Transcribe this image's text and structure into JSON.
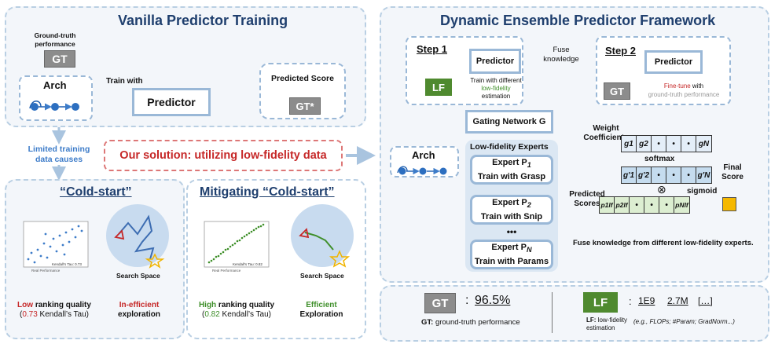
{
  "colors": {
    "panel_border": "#b9cfe3",
    "panel_fill": "#f3f6fa",
    "title": "#1f3f6e",
    "accent_blue": "#3d7cc9",
    "red": "#c62828",
    "green": "#4f8a2f",
    "gt_gray": "#8c8c8c",
    "score_orange": "#f5b800"
  },
  "left": {
    "title": "Vanilla Predictor Training",
    "gt_caption": "Ground-truth performance",
    "gt_label": "GT",
    "arch_label": "Arch",
    "train_with": "Train with",
    "predictor": "Predictor",
    "predicted_score": "Predicted Score",
    "gt_star": "GT*",
    "limited": "Limited training data causes",
    "solution": "Our solution: utilizing low-fidelity data"
  },
  "cold": {
    "title": "“Cold-start”",
    "scatter_axis_x": "Real Performance",
    "scatter_axis_y": "Predicted Performance",
    "scatter_legend": "Kendall’s Tau: 0.73",
    "search_space": "Search Space",
    "quality_low": "Low",
    "quality_rest": " ranking quality",
    "tau_value": "0.73",
    "tau_rest": " Kendall’s Tau)",
    "inefficient": "In-efficient",
    "exploration": "exploration"
  },
  "mitigate": {
    "title": "Mitigating “Cold-start”",
    "scatter_axis_x": "Real Performance",
    "scatter_axis_y": "Predicted Performance",
    "scatter_legend": "Kendall’s Tau: 0.82",
    "search_space": "Search Space",
    "quality_high": "High",
    "quality_rest": " ranking quality",
    "tau_value": "0.82",
    "tau_rest": " Kendall’s Tau)",
    "efficient": "Efficient",
    "exploration": "Exploration"
  },
  "right": {
    "title": "Dynamic Ensemble Predictor Framework",
    "step1": "Step 1",
    "step2": "Step 2",
    "predictor": "Predictor",
    "lf": "LF",
    "gt": "GT",
    "train_lf_1": "Train with different",
    "train_lf_2": "low-fidelity",
    "train_lf_3": "estimation",
    "fuse": "Fuse knowledge",
    "finetune_red": "Fine-tune",
    "finetune_rest": " with",
    "finetune_gray": "ground-truth performance",
    "gating": "Gating Network G",
    "weight": "Weight Coefficients",
    "arch": "Arch",
    "lf_experts": "Low-fidelity Experts",
    "experts": [
      {
        "name": "Expert P",
        "sub": "1",
        "train": "Train with Grasp"
      },
      {
        "name": "Expert P",
        "sub": "2",
        "train": "Train with Snip"
      },
      {
        "name": "Expert P",
        "sub": "N",
        "train": "Train with Params"
      }
    ],
    "dots": "•••",
    "softmax": "softmax",
    "predicted_scores": "Predicted Scores",
    "sigmoid": "sigmoid",
    "final_score": "Final Score",
    "otimes": "⊗",
    "row_g": [
      "g1",
      "g2",
      "•",
      "•",
      "•",
      "gN"
    ],
    "row_gp": [
      "g'1",
      "g'2",
      "•",
      "•",
      "•",
      "g'N"
    ],
    "row_p": [
      "p1lf",
      "p2lf",
      "•",
      "•",
      "•",
      "pNlf"
    ],
    "fuse_caption": "Fuse knowledge from different low-fidelity experts."
  },
  "legend": {
    "gt": "GT",
    "gt_value": "96.5%",
    "gt_colon": ":",
    "gt_caption_b": "GT:",
    "gt_caption": " ground-truth performance",
    "lf": "LF",
    "lf_colon": ":",
    "lf_values": [
      "1E9",
      "2.7M",
      "[…]"
    ],
    "lf_caption_b": "LF:",
    "lf_caption_1": " low-fidelity",
    "lf_caption_2": "estimation",
    "lf_examples": "(e.g., FLOPs; #Param; GradNorm...)"
  }
}
